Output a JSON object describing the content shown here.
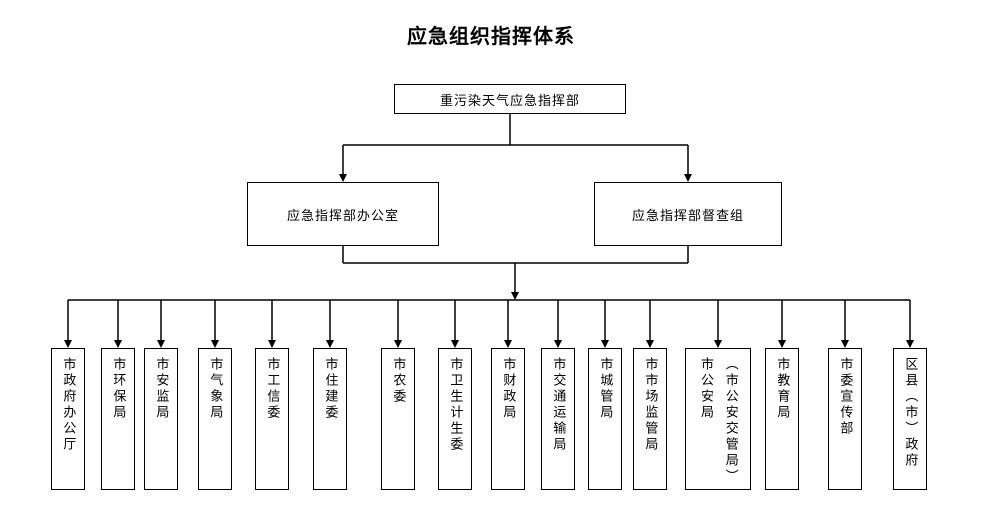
{
  "title": "应急组织指挥体系",
  "chart": {
    "root": {
      "label": "重污染天气应急指挥部"
    },
    "level2": [
      {
        "label": "应急指挥部办公室"
      },
      {
        "label": "应急指挥部督查组"
      }
    ],
    "departments": [
      {
        "label": "市政府办公厅"
      },
      {
        "label": "市环保局"
      },
      {
        "label": "市安监局"
      },
      {
        "label": "市气象局"
      },
      {
        "label": "市工信委"
      },
      {
        "label": "市住建委"
      },
      {
        "label": "市农委"
      },
      {
        "label": "市卫生计生委"
      },
      {
        "label": "市财政局"
      },
      {
        "label": "市交通运输局"
      },
      {
        "label": "市城管局"
      },
      {
        "label": "市市场监管局"
      },
      {
        "label": "市公安局\n（市公安交管局）"
      },
      {
        "label": "市教育局"
      },
      {
        "label": "市委宣传部"
      },
      {
        "label": "区县（市）政府"
      }
    ],
    "line_color": "#000000"
  }
}
